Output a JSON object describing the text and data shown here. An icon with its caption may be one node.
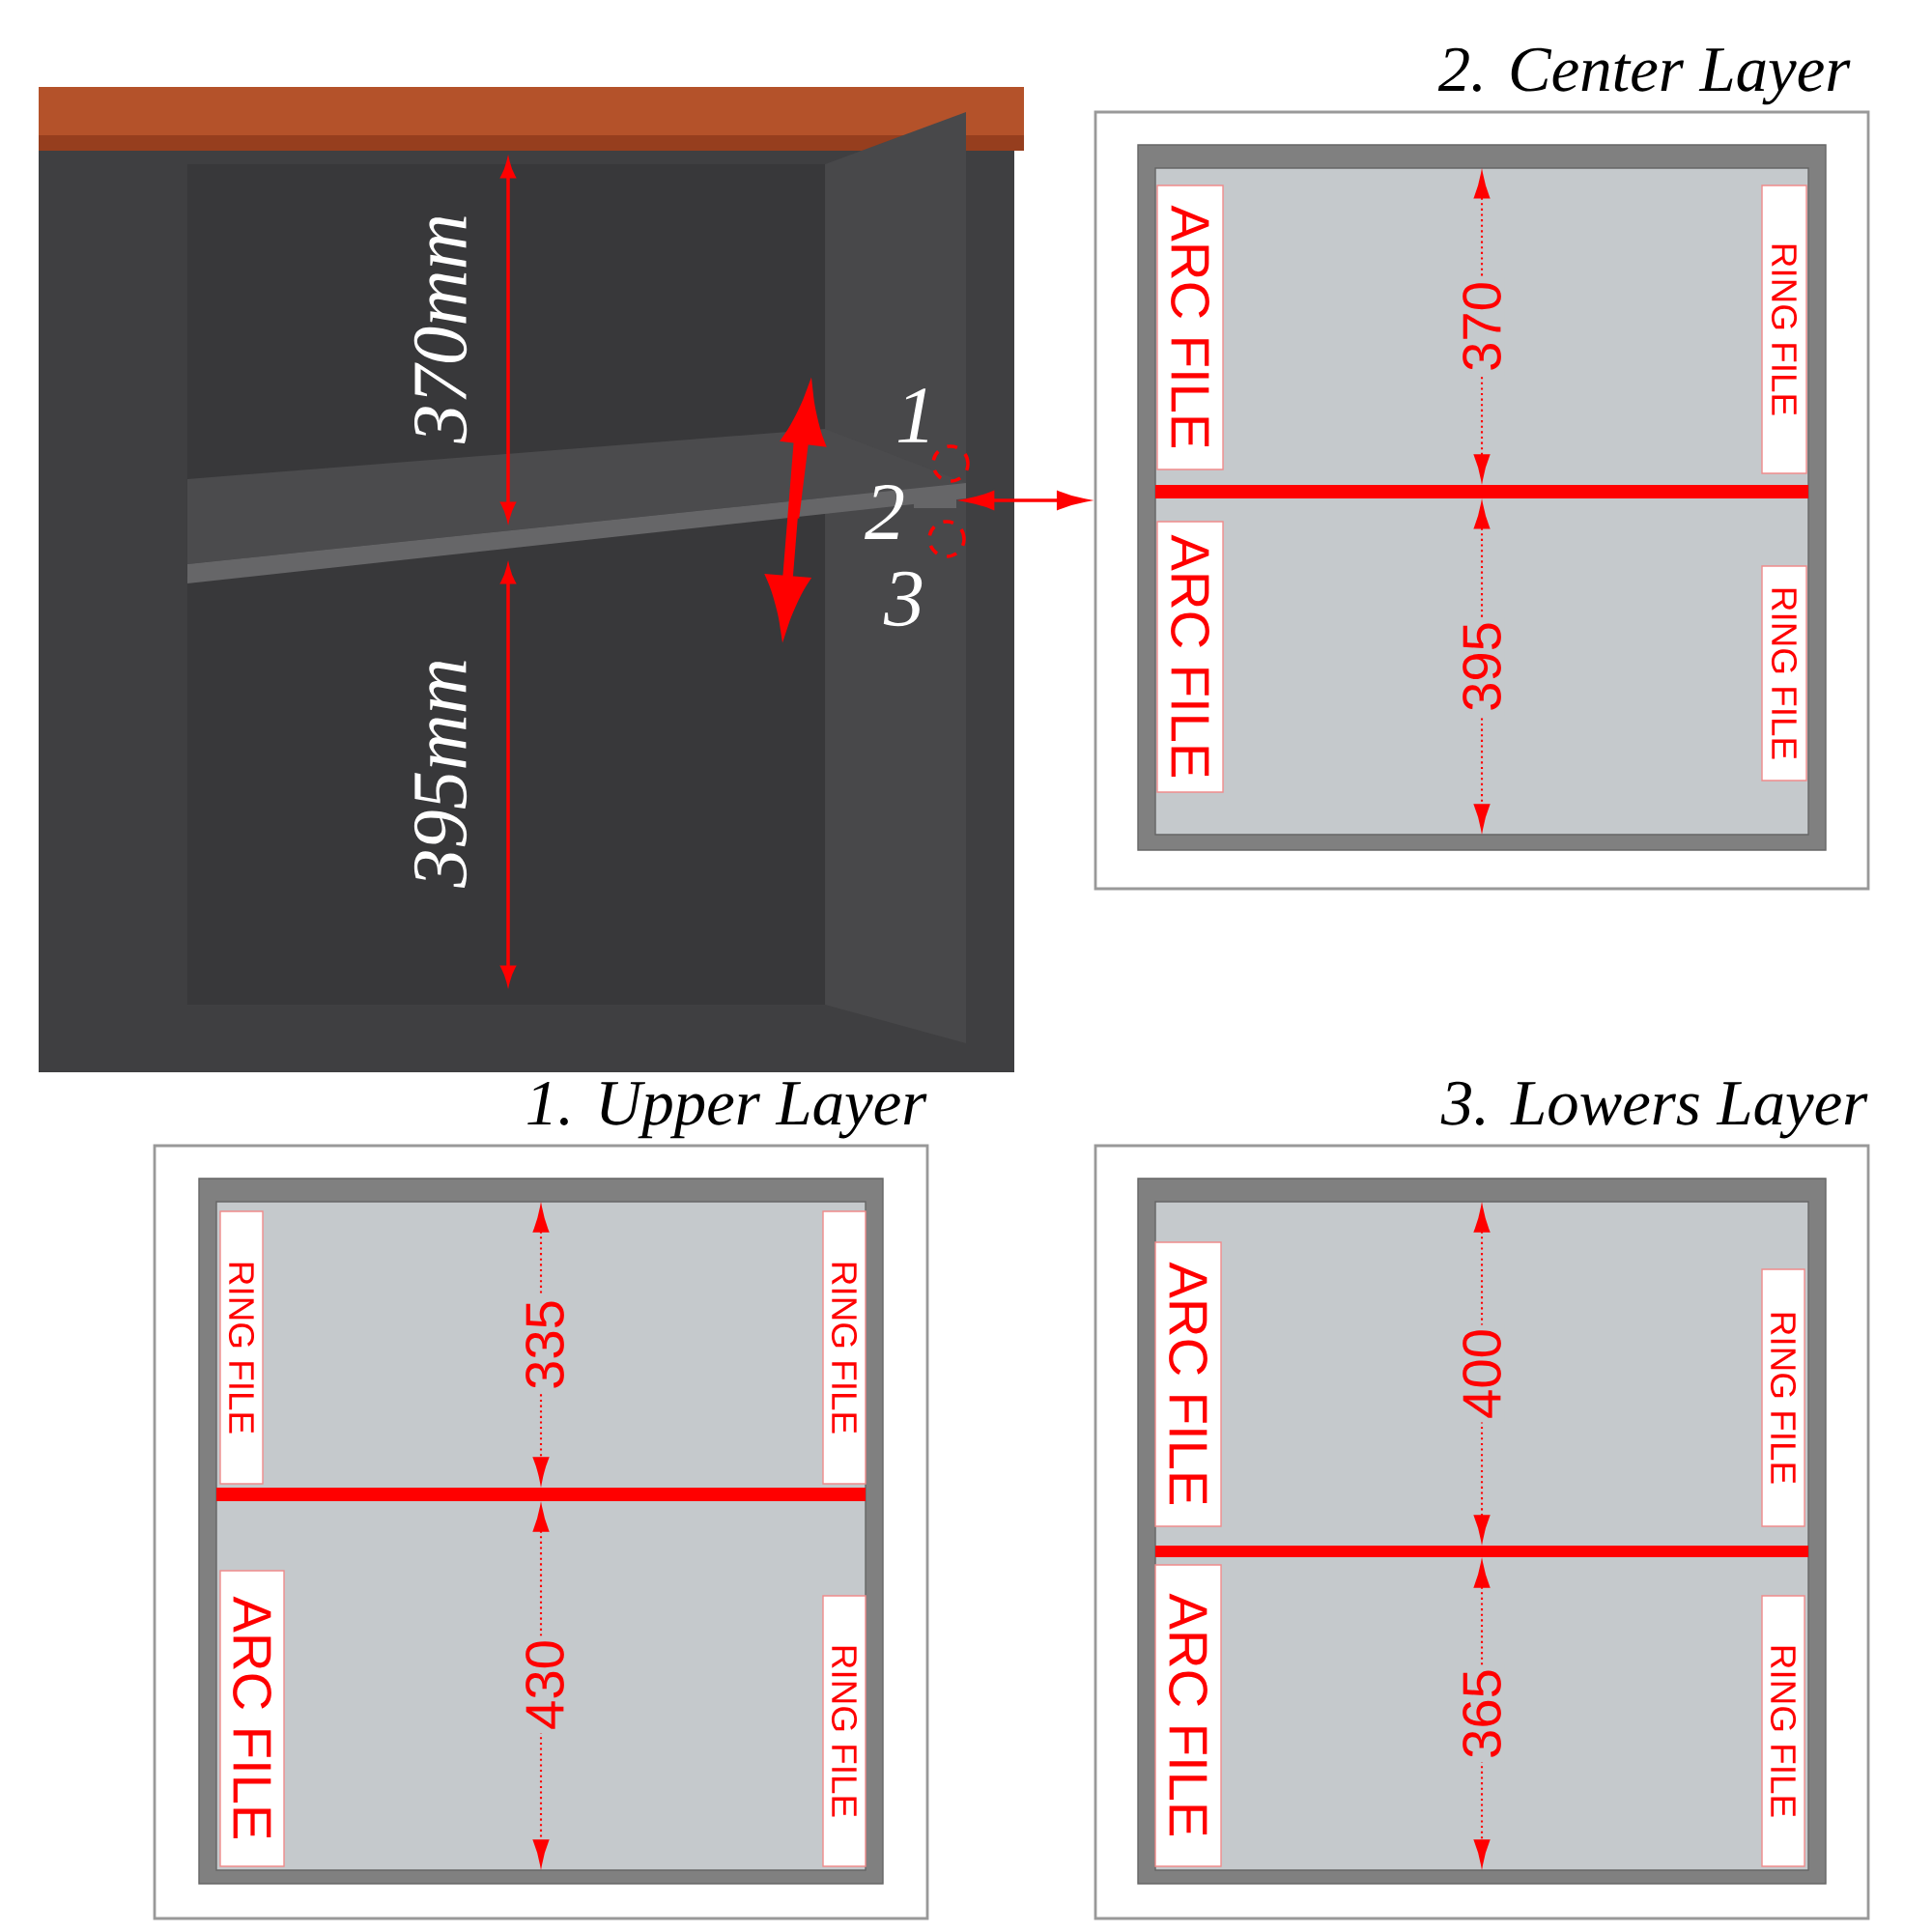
{
  "diagram": {
    "nodes": [
      {
        "text": [],
        "shape": "bar"
      },
      {
        "text": [
          "2. Center Layer"
        ]
      },
      {
        "text": [
          "ARC FILE"
        ],
        "in": 1
      },
      {
        "text": [
          "RING FILE"
        ],
        "in": 1
      },
      {
        "text": [
          "ARC FILE"
        ],
        "in": 1
      },
      {
        "text": [
          "RING FILE"
        ],
        "in": 1
      },
      {
        "text": [
          "1. Upper Layer"
        ]
      },
      {
        "text": [
          "RING FILE"
        ],
        "in": 6
      },
      {
        "text": [
          "RING FILE"
        ],
        "in": 6
      },
      {
        "text": [
          "ARC FILE"
        ],
        "in": 6
      },
      {
        "text": [
          "RING FILE"
        ],
        "in": 6
      },
      {
        "text": [
          "3. Lowers Layer"
        ]
      },
      {
        "text": [
          "ARC FILE"
        ],
        "in": 11
      },
      {
        "text": [
          "RING FILE"
        ],
        "in": 11
      },
      {
        "text": [
          "ARC FILE"
        ],
        "in": 11
      },
      {
        "text": [
          "RING FILE"
        ],
        "in": 11
      }
    ],
    "edges": [
      {
        "from": 0,
        "to": 1,
        "arrow": "both"
      }
    ],
    "labels": [
      "370mm",
      "1",
      "2",
      "3",
      "395mm",
      "370",
      "395",
      "335",
      "430",
      "400",
      "365"
    ]
  }
}
